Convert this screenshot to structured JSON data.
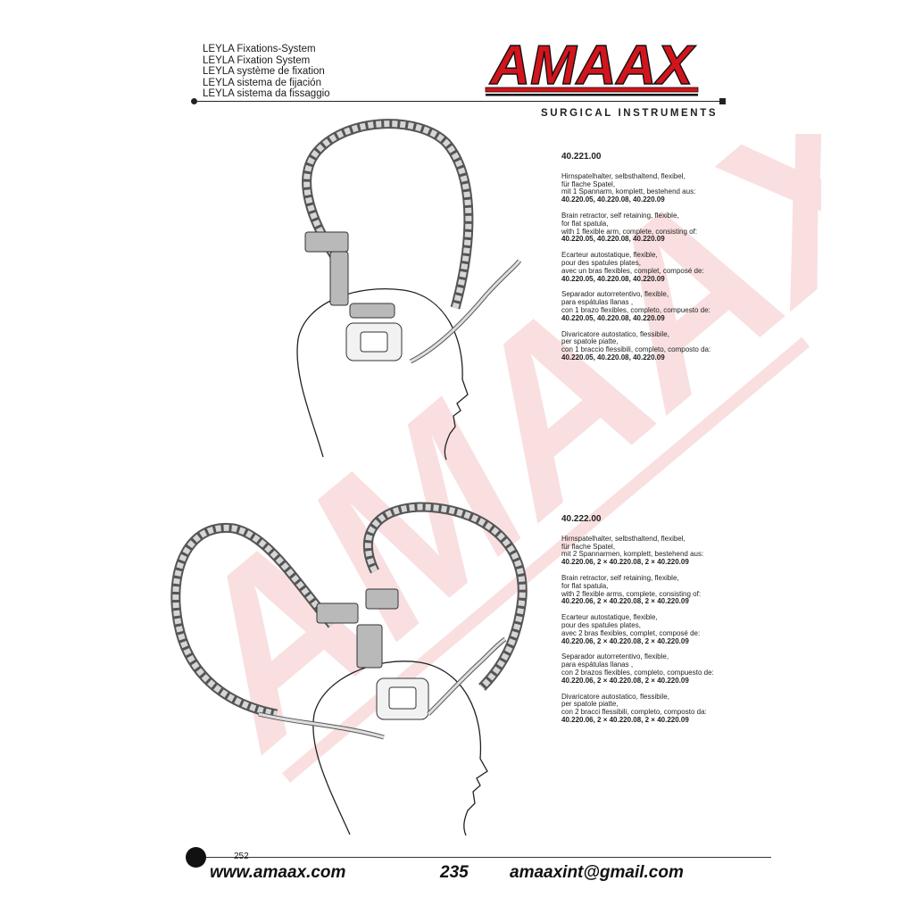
{
  "header": {
    "titles": [
      "LEYLA Fixations-System",
      "LEYLA Fixation System",
      "LEYLA système de fixation",
      "LEYLA sistema de fijación",
      "LEYLA sistema da fissaggio"
    ],
    "logo_text": "AMAAX",
    "tagline": "SURGICAL INSTRUMENTS",
    "logo_color": "#d4141c"
  },
  "products": [
    {
      "code": "40.221.00",
      "descriptions": [
        {
          "lines": [
            "Hirnspatelhalter, selbsthaltend, flexibel,",
            "für flache Spatel,",
            "mit 1 Spannarm, komplett, bestehend aus:"
          ],
          "parts": "40.220.05, 40.220.08, 40.220.09"
        },
        {
          "lines": [
            "Brain retractor, self retaining, flexible,",
            "for flat spatula,",
            "with 1 flexible arm, complete, consisting of:"
          ],
          "parts": "40.220.05, 40.220.08, 40.220.09"
        },
        {
          "lines": [
            "Ecarteur autostatique, flexible,",
            "pour des spatules plates,",
            "avec un bras flexibles, complet, composé de:"
          ],
          "parts": "40.220.05, 40.220.08, 40.220.09"
        },
        {
          "lines": [
            "Separador autorretentivo, flexible,",
            "para espátulas llanas ,",
            "con 1 brazo flexibles, completo, compuesto de:"
          ],
          "parts": "40.220.05, 40.220.08, 40.220.09"
        },
        {
          "lines": [
            "Divaricatore autostatico, flessibile,",
            "per spatole piatte,",
            "con 1 braccio flessibili, completo, composto da:"
          ],
          "parts": "40.220.05, 40.220.08, 40.220.09"
        }
      ]
    },
    {
      "code": "40.222.00",
      "descriptions": [
        {
          "lines": [
            "Hirnspatelhalter, selbsthaltend, flexibel,",
            "für flache Spatel,",
            "mit 2 Spannarmen, komplett, bestehend aus:"
          ],
          "parts": "40.220.06, 2 × 40.220.08, 2 × 40.220.09"
        },
        {
          "lines": [
            "Brain retractor, self retaining, flexible,",
            "for flat spatula,",
            "with 2 flexible arms, complete, consisting of:"
          ],
          "parts": "40.220.06, 2 × 40.220.08, 2 × 40.220.09"
        },
        {
          "lines": [
            "Ecarteur autostatique, flexible,",
            "pour des spatules plates,",
            "avec 2 bras flexibles, complet, composé de:"
          ],
          "parts": "40.220.06, 2 × 40.220.08, 2 × 40.220.09"
        },
        {
          "lines": [
            "Separador autorretentivo, flexible,",
            "para espátulas llanas ,",
            "con 2 brazos flexibles, completo, compuesto de:"
          ],
          "parts": "40.220.06, 2 × 40.220.08, 2 × 40.220.09"
        },
        {
          "lines": [
            "Divaricatore autostatico, flessibile,",
            "per spatole piatte,",
            "con 2 bracci flessibili, completo, composto da:"
          ],
          "parts": "40.220.06, 2 × 40.220.08, 2 × 40.220.09"
        }
      ]
    }
  ],
  "footer": {
    "page_number_small": "252",
    "website": "www.amaax.com",
    "page_number": "235",
    "email": "amaaxint@gmail.com"
  }
}
